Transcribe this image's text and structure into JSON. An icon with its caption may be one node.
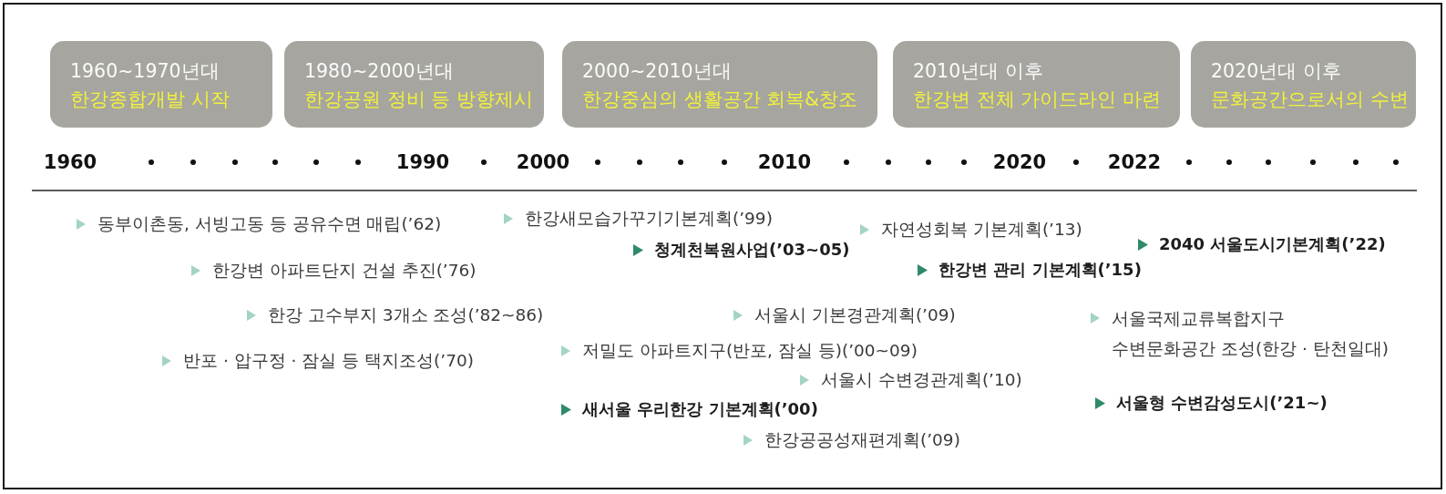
{
  "diagram": {
    "nodes": [
      {
        "text": [
          "1960~1970년대",
          "한강종합개발 시작"
        ]
      },
      {
        "text": [
          "1980~2000년대",
          "한강공원 정비 등 방향제시"
        ]
      },
      {
        "text": [
          "2000~2010년대",
          "한강중심의 생활공간 회복&창조"
        ]
      },
      {
        "text": [
          "2010년대 이후",
          "한강변 전체 가이드라인 마련"
        ]
      },
      {
        "text": [
          "2020년대 이후",
          "문화공간으로서의 수변"
        ]
      }
    ],
    "labels": [
      "1960",
      "1990",
      "2000",
      "2010",
      "2020",
      "2022",
      "동부이촌동, 서빙고동 등 공유수면 매립(’62)",
      "한강변 아파트단지 건설 추진(’76)",
      "한강 고수부지 3개소 조성(’82~86)",
      "반포 · 압구정 · 잠실 등 택지조성(’70)",
      "한강새모습가꾸기기본계획(’99)",
      "청계천복원사업(’03~05)",
      "서울시 기본경관계획(’09)",
      "저밀도 아파트지구(반포, 잠실 등)(’00~09)",
      "서울시 수변경관계획(’10)",
      "새서울 우리한강 기본계획(’00)",
      "한강공공성재편계획(’09)",
      "자연성회복 기본계획(’13)",
      "한강변 관리 기본계획(’15)",
      "2040 서울도시기본계획(’22)",
      "서울국제교류복합지구 수변문화공간 조성(한강 · 탄천일대)",
      "서울형 수변감성도시(’21~)"
    ]
  }
}
